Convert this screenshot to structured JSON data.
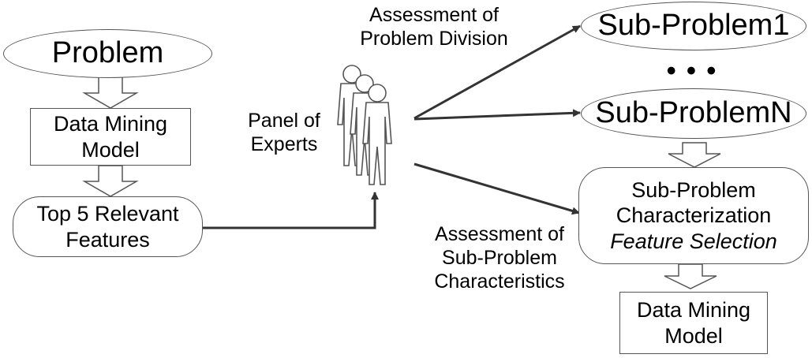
{
  "nodes": {
    "problem": "Problem",
    "dm_model_left": [
      "Data Mining",
      "Model"
    ],
    "top5": [
      "Top 5 Relevant",
      "Features"
    ],
    "sub1": "Sub-Problem1",
    "ellipsis": "• • •",
    "subN": "Sub-ProblemN",
    "characterization": [
      "Sub-Problem",
      "Characterization",
      "Feature Selection"
    ],
    "dm_model_right": [
      "Data Mining",
      "Model"
    ]
  },
  "labels": {
    "assessment_division": [
      "Assessment of",
      "Problem Division"
    ],
    "panel": [
      "Panel of",
      "Experts"
    ],
    "assessment_characteristics": [
      "Assessment of",
      "Sub-Problem",
      "Characteristics"
    ]
  },
  "colors": {
    "stroke": "#555555",
    "arrow": "#333333",
    "hollow_arrow_fill": "#ffffff"
  }
}
